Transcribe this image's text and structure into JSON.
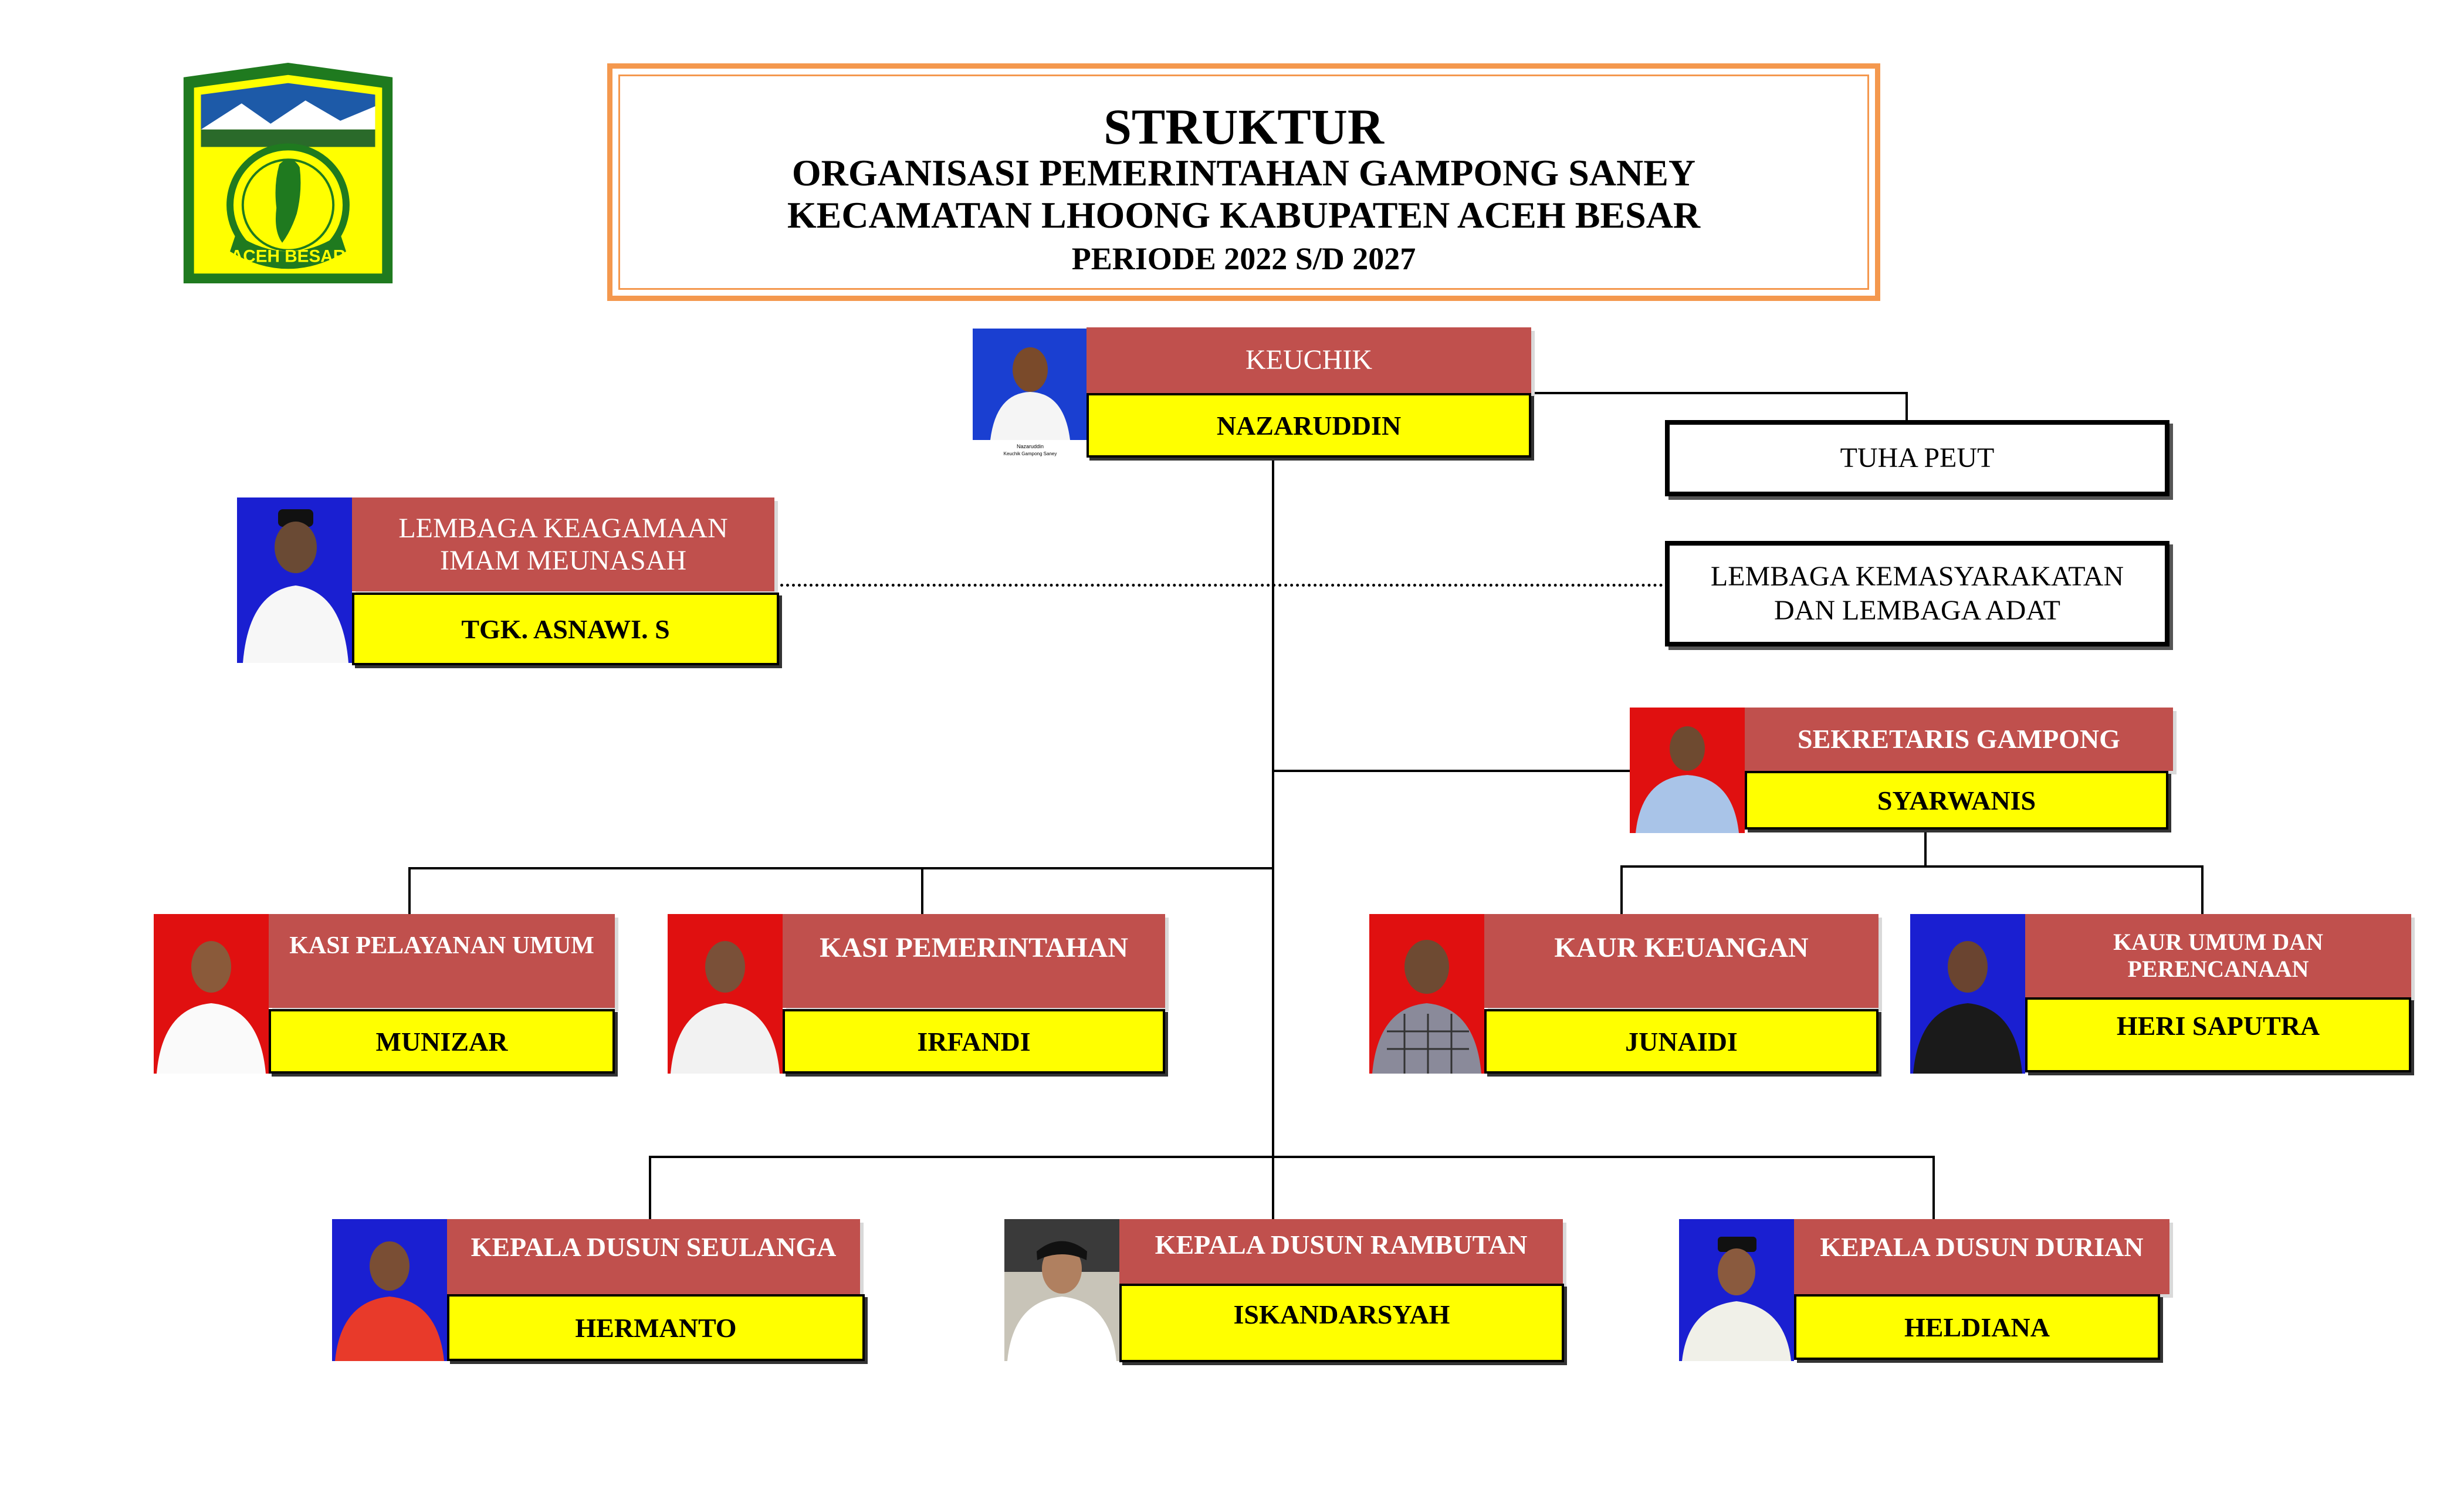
{
  "header": {
    "title": "STRUKTUR",
    "line2": "ORGANISASI PEMERINTAHAN GAMPONG SANEY",
    "line3": "KECAMATAN LHOONG KABUPATEN ACEH BESAR",
    "period": "PERIODE 2022 S/D 2027"
  },
  "logo": {
    "text": "ACEH BESAR",
    "colors": {
      "border": "#1f7a1f",
      "fill": "#ffff00",
      "sky": "#1d5aa8"
    }
  },
  "photo_caption": {
    "line1": "Nazaruddin",
    "line2": "Keuchik Gampong Saney"
  },
  "positions": {
    "keuchik": {
      "role": "KEUCHIK",
      "name": "NAZARUDDIN",
      "photo_bg": "#1a3fd1"
    },
    "tuha_peut": {
      "role": "TUHA PEUT"
    },
    "lembaga_kemasyarakatan": {
      "role_line1": "LEMBAGA KEMASYARAKATAN",
      "role_line2": "DAN LEMBAGA ADAT"
    },
    "imam": {
      "role_line1": "LEMBAGA KEAGAMAAN",
      "role_line2": "IMAM MEUNASAH",
      "name": "TGK. ASNAWI. S",
      "photo_bg": "#1a1fd1"
    },
    "sekretaris": {
      "role": "SEKRETARIS GAMPONG",
      "name": "SYARWANIS",
      "photo_bg": "#e01010"
    },
    "kasi_pelayanan": {
      "role": "KASI PELAYANAN UMUM",
      "name": "MUNIZAR",
      "photo_bg": "#e01010"
    },
    "kasi_pemerintahan": {
      "role": "KASI PEMERINTAHAN",
      "name": "IRFANDI",
      "photo_bg": "#e01010"
    },
    "kaur_keuangan": {
      "role": "KAUR KEUANGAN",
      "name": "JUNAIDI",
      "photo_bg": "#e01010"
    },
    "kaur_umum": {
      "role_line1": "KAUR UMUM DAN",
      "role_line2": "PERENCANAAN",
      "name": "HERI SAPUTRA",
      "photo_bg": "#1a1fd1"
    },
    "kadus_seulanga": {
      "role": "KEPALA DUSUN SEULANGA",
      "name": "HERMANTO",
      "photo_bg": "#1a1fd1"
    },
    "kadus_rambutan": {
      "role": "KEPALA DUSUN RAMBUTAN",
      "name": "ISKANDARSYAH",
      "photo_bg": "#cfcfcf"
    },
    "kadus_durian": {
      "role": "KEPALA DUSUN DURIAN",
      "name": "HELDIANA",
      "photo_bg": "#1a1fd1"
    }
  }
}
